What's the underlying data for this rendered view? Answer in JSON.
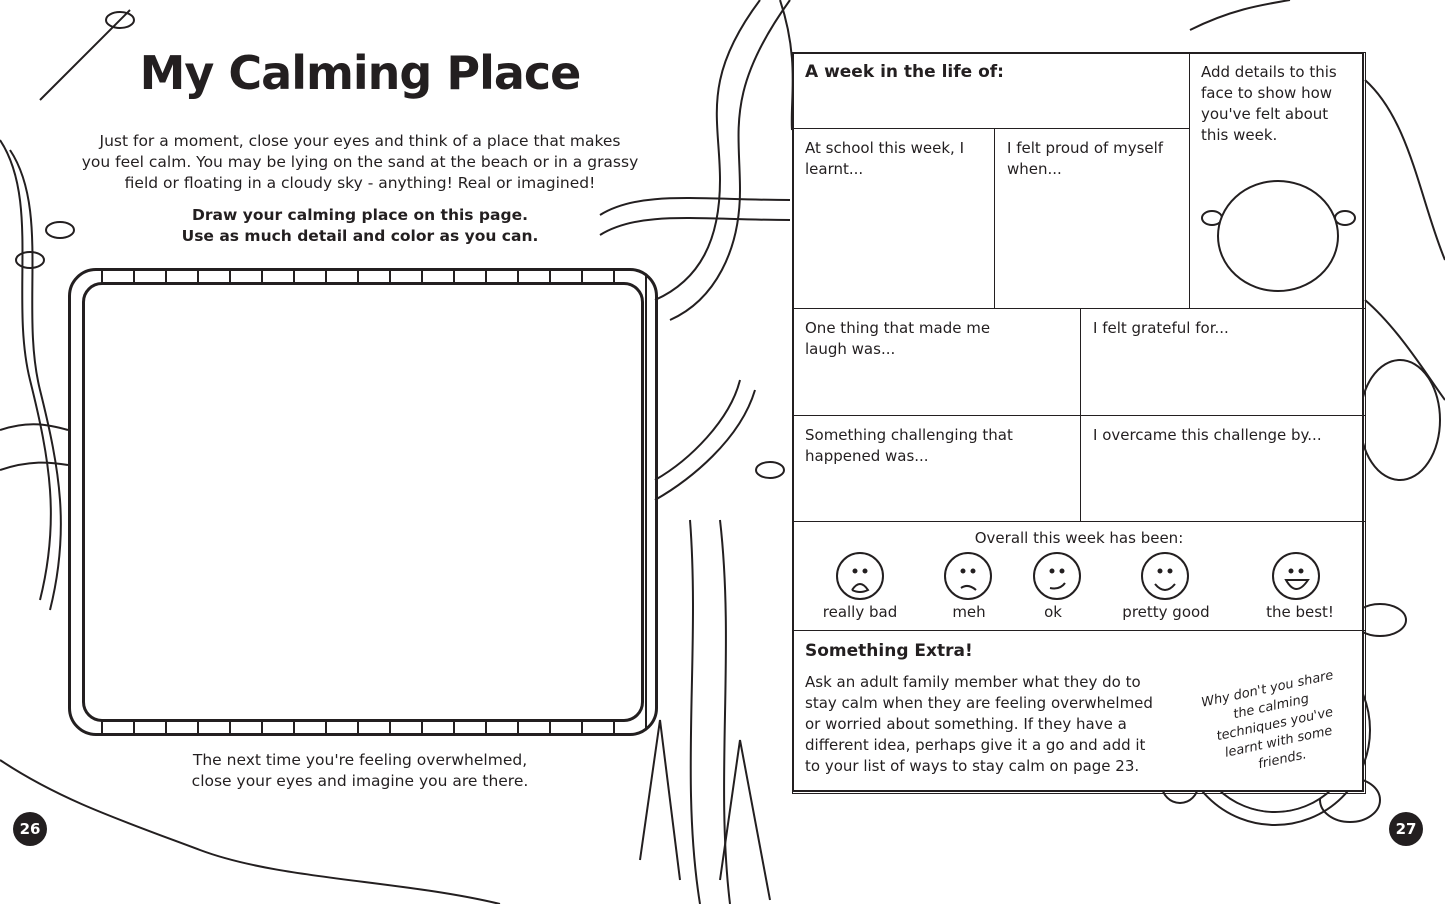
{
  "left_page": {
    "title": "My Calming Place",
    "intro_lines": [
      "Just for a moment, close your eyes and think of a place that makes",
      "you feel calm. You may be lying on the sand at the beach or in a grassy",
      "field or floating in a cloudy sky - anything! Real or imagined!"
    ],
    "instruction_lines": [
      "Draw your calming place on this page.",
      "Use as much detail and color as you can."
    ],
    "outro_lines": [
      "The next time you're feeling overwhelmed,",
      "close your eyes and imagine you are there."
    ],
    "page_number": "26"
  },
  "right_page": {
    "header": "A week in the life of:",
    "face_prompt": "Add details to this face to show how you've felt about this week.",
    "cells": {
      "school": "At school this week, I learnt...",
      "proud": "I felt proud of myself when...",
      "laugh": "One thing that made me laugh was...",
      "grateful": "I felt grateful for...",
      "challenge": "Something challenging that happened was...",
      "overcame": "I overcame this challenge by..."
    },
    "overall_label": "Overall this week has been:",
    "moods": [
      "really bad",
      "meh",
      "ok",
      "pretty good",
      "the best!"
    ],
    "extra_heading": "Something Extra!",
    "extra_text": "Ask an adult family member what they do to stay calm when they are feeling overwhelmed or worried about something. If they have a different idea, perhaps give it a go and add it to your list of ways to stay calm on page 23.",
    "bubble_text": "Why don't you share the calming techniques you've learnt with some friends.",
    "page_number": "27"
  }
}
